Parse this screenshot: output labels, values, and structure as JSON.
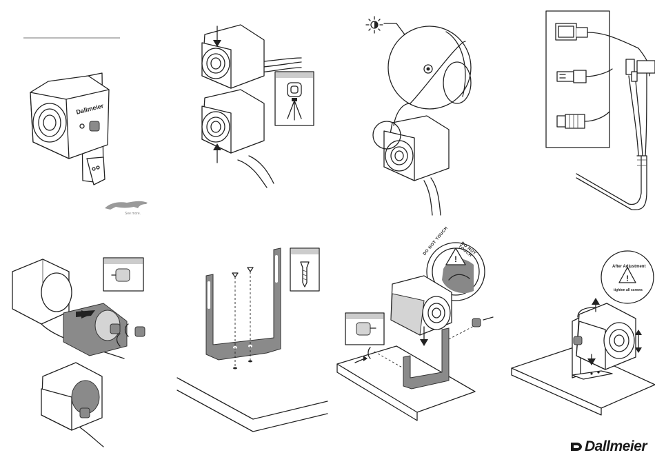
{
  "brand": {
    "camera_label": "Dallmeier",
    "tagline": "See more.",
    "logo_text": "Dallmeier"
  },
  "warnings": {
    "do_not_touch_left": "DO NOT TOUCH",
    "do_not_touch_right": "DO NOT TOUCH"
  },
  "adjustment_badge": {
    "line1": "After Adjustment",
    "line2": "tighten all screws"
  },
  "icons": [
    "tripod-icon",
    "brightness-icon",
    "thumbscrew-icon",
    "wood-screw-icon",
    "warning-icon",
    "arrow-icon"
  ],
  "colors": {
    "ink": "#222222",
    "bracket_grey": "#8a8a8a",
    "panel_grey": "#d4d4d4"
  }
}
